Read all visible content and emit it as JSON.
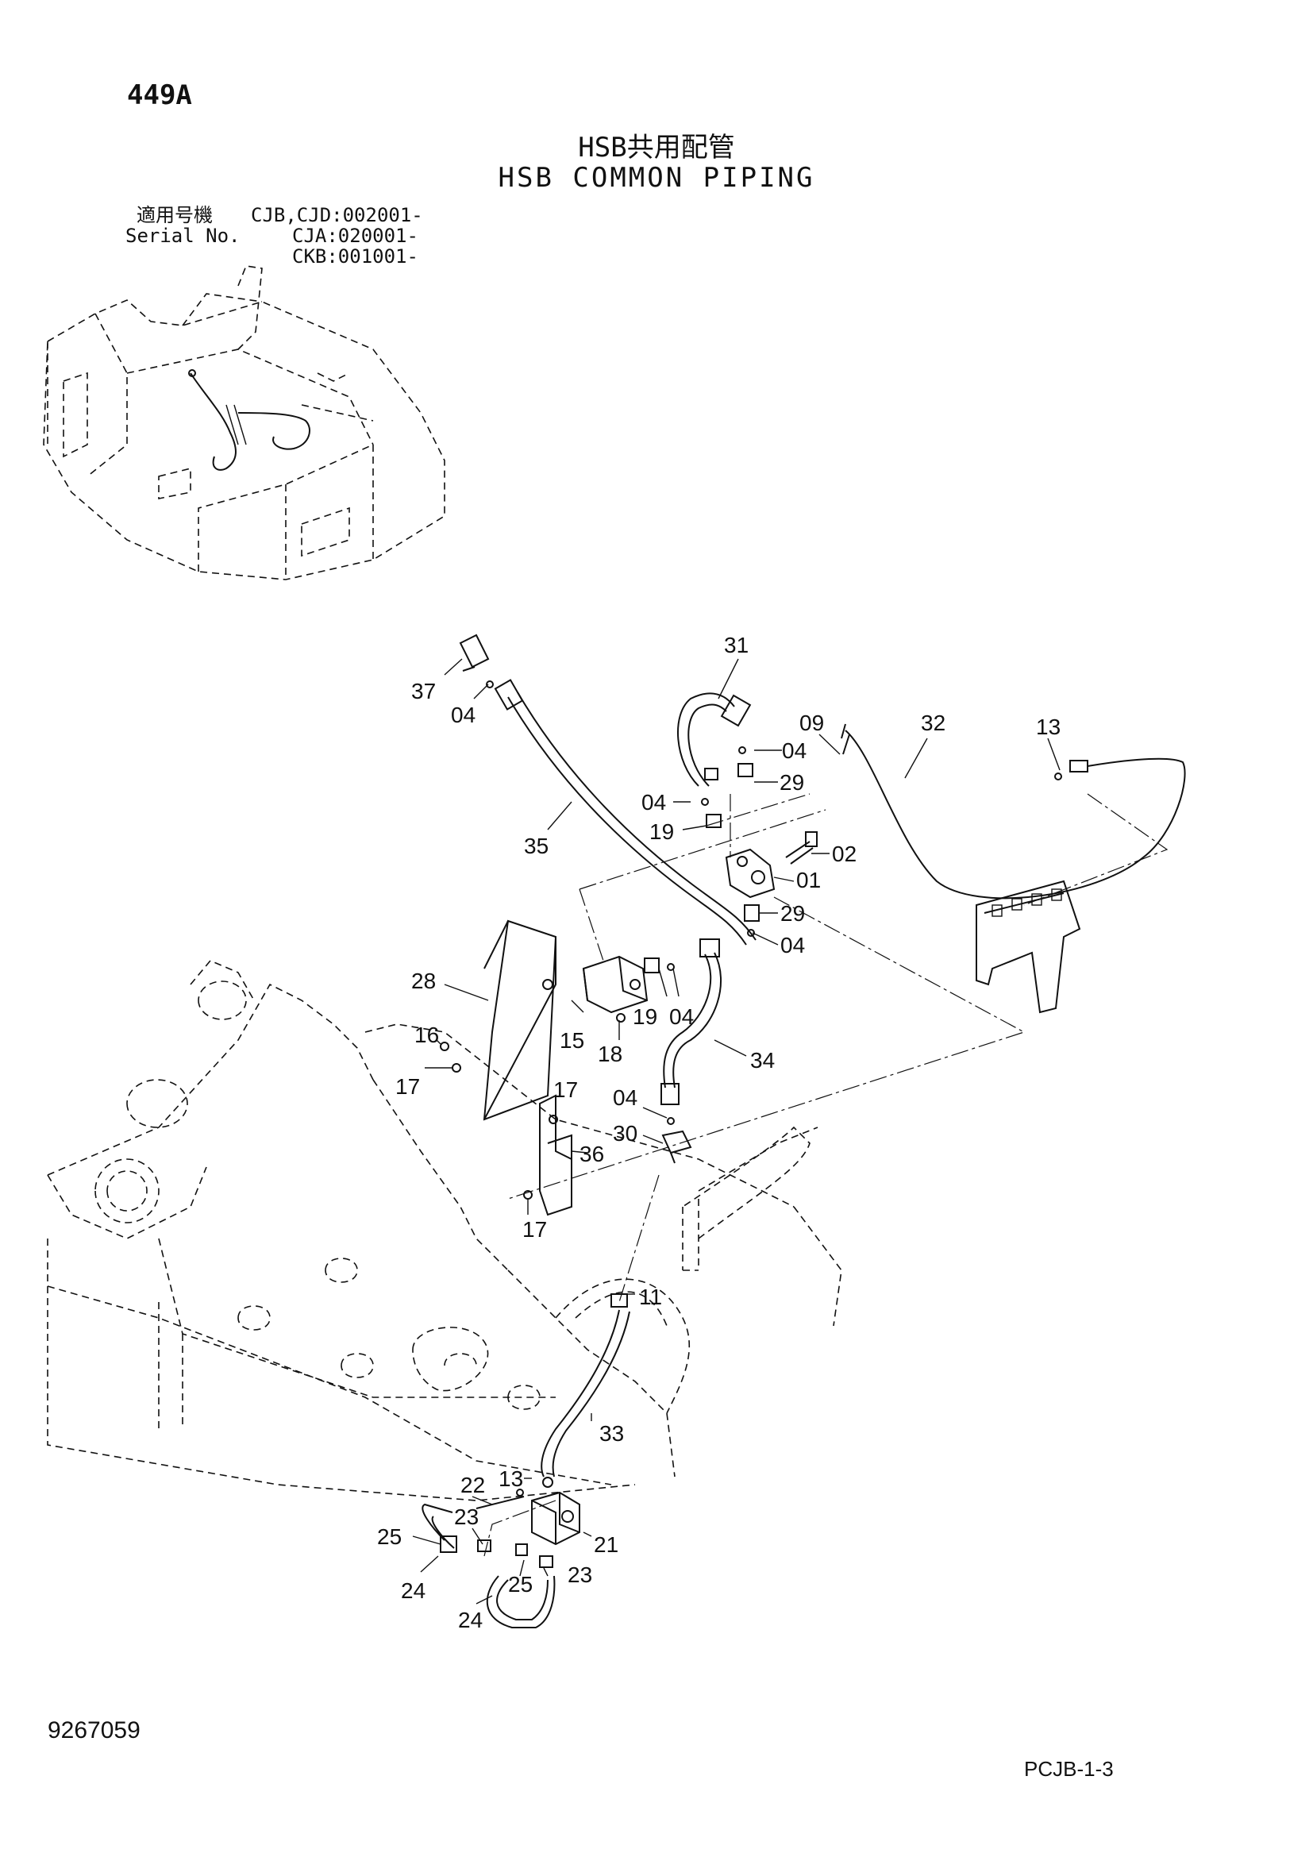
{
  "header": {
    "page_code": "449A",
    "title_jp": "HSB共用配管",
    "title_en": "HSB COMMON PIPING"
  },
  "serial": {
    "label_jp": "適用号機",
    "label_en": "Serial No.",
    "lines": [
      "CJB,CJD:002001-",
      "CJA:020001-",
      "CKB:001001-"
    ]
  },
  "callouts": [
    {
      "id": "c31",
      "text": "31"
    },
    {
      "id": "c37",
      "text": "37"
    },
    {
      "id": "c04a",
      "text": "04"
    },
    {
      "id": "c09",
      "text": "09"
    },
    {
      "id": "c32",
      "text": "32"
    },
    {
      "id": "c13a",
      "text": "13"
    },
    {
      "id": "c04b",
      "text": "04"
    },
    {
      "id": "c29a",
      "text": "29"
    },
    {
      "id": "c04c",
      "text": "04"
    },
    {
      "id": "c19a",
      "text": "19"
    },
    {
      "id": "c35",
      "text": "35"
    },
    {
      "id": "c02",
      "text": "02"
    },
    {
      "id": "c01",
      "text": "01"
    },
    {
      "id": "c29b",
      "text": "29"
    },
    {
      "id": "c04d",
      "text": "04"
    },
    {
      "id": "c28",
      "text": "28"
    },
    {
      "id": "c19b",
      "text": "19"
    },
    {
      "id": "c04e",
      "text": "04"
    },
    {
      "id": "c15",
      "text": "15"
    },
    {
      "id": "c18",
      "text": "18"
    },
    {
      "id": "c34",
      "text": "34"
    },
    {
      "id": "c16",
      "text": "16"
    },
    {
      "id": "c17a",
      "text": "17"
    },
    {
      "id": "c17b",
      "text": "17"
    },
    {
      "id": "c04f",
      "text": "04"
    },
    {
      "id": "c30",
      "text": "30"
    },
    {
      "id": "c36",
      "text": "36"
    },
    {
      "id": "c17c",
      "text": "17"
    },
    {
      "id": "c11",
      "text": "11"
    },
    {
      "id": "c33",
      "text": "33"
    },
    {
      "id": "c22",
      "text": "22"
    },
    {
      "id": "c13b",
      "text": "13"
    },
    {
      "id": "c23a",
      "text": "23"
    },
    {
      "id": "c21",
      "text": "21"
    },
    {
      "id": "c25a",
      "text": "25"
    },
    {
      "id": "c24a",
      "text": "24"
    },
    {
      "id": "c25b",
      "text": "25"
    },
    {
      "id": "c23b",
      "text": "23"
    },
    {
      "id": "c24b",
      "text": "24"
    }
  ],
  "footer": {
    "doc_number": "9267059",
    "page_ref": "PCJB-1-3"
  }
}
